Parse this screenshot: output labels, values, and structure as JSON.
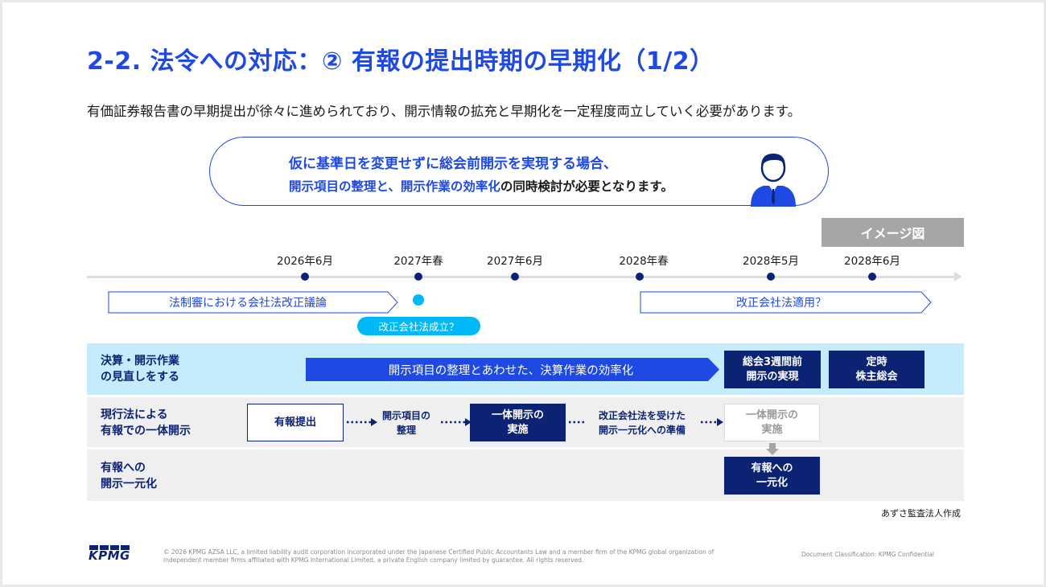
{
  "title": "2-2. 法令への対応：② 有報の提出時期の早期化（1/2）",
  "subtitle": "有価証券報告書の早期提出が徐々に進められており、開示情報の拡充と早期化を一定程度両立していく必要があります。",
  "callout": {
    "line1": "仮に基準日を変更せずに総会前開示を実現する場合、",
    "line2_blue": "開示項目の整理と、開示作業の効率化",
    "line2_black": "の同時検討が必要となります。"
  },
  "image_label": "イメージ図",
  "timeline": {
    "dates": [
      "2026年6月",
      "2027年春",
      "2027年6月",
      "2028年春",
      "2028年5月",
      "2028年6月"
    ],
    "chevron_left": "法制審における会社法改正議論",
    "chevron_right": "改正会社法適用？",
    "milestone": "改正会社法成立？"
  },
  "rows": [
    {
      "label_l1": "決算・開示作業",
      "label_l2": "の見直しをする",
      "arrow": "開示項目の整理とあわせた、決算作業の効率化",
      "box1_l1": "総会3週間前",
      "box1_l2": "開示の実現",
      "box2_l1": "定時",
      "box2_l2": "株主総会"
    },
    {
      "label_l1": "現行法による",
      "label_l2": "有報での一体開示",
      "step1": "有報提出",
      "step2_l1": "開示項目の",
      "step2_l2": "整理",
      "step3_l1": "一体開示の",
      "step3_l2": "実施",
      "step4_l1": "改正会社法を受けた",
      "step4_l2": "開示一元化への準備",
      "step5_l1": "一体開示の",
      "step5_l2": "実施"
    },
    {
      "label_l1": "有報への",
      "label_l2": "開示一元化",
      "box_l1": "有報への",
      "box_l2": "一元化"
    }
  ],
  "credit": "あずさ監査法人作成",
  "footer": {
    "logo": "KPMG",
    "copyright": "© 2026 KPMG AZSA LLC, a limited liability audit corporation incorporated under the Japanese Certified Public Accountants Law and a member firm of the KPMG global organization of independent member firms affiliated with KPMG International Limited, a private English company limited by guarantee. All rights reserved.",
    "classification": "Document Classification: KPMG Confidential"
  },
  "colors": {
    "kpmg_blue": "#1e49e2",
    "navy": "#0c2374",
    "cyan": "#00b8f5",
    "light_cyan_band": "#c4ecfc",
    "gray_band": "#efefef"
  }
}
